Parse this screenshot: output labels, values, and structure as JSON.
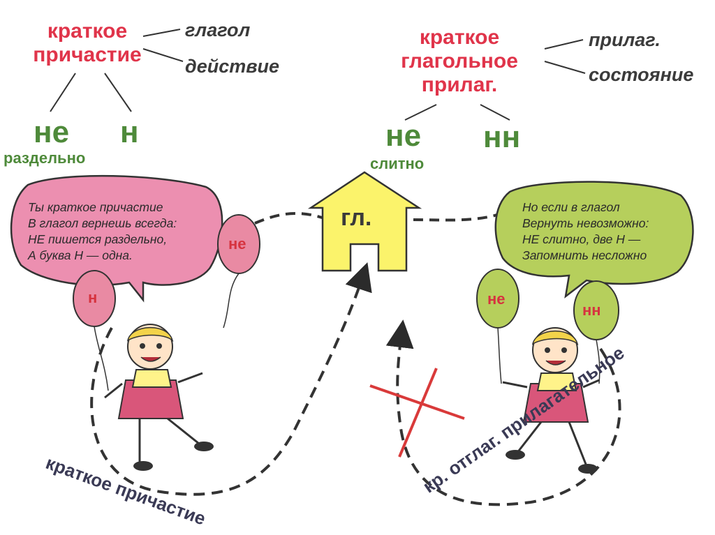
{
  "left_term": {
    "line1": "краткое",
    "line2": "причастие"
  },
  "left_features": {
    "f1": "глагол",
    "f2": "действие"
  },
  "left_particles": {
    "ne": "не",
    "n": "н",
    "ne_mode": "раздельно"
  },
  "right_term": {
    "line1": "краткое",
    "line2": "глагольное",
    "line3": "прилаг."
  },
  "right_features": {
    "f1": "прилаг.",
    "f2": "состояние"
  },
  "right_particles": {
    "ne": "не",
    "nn": "нн",
    "ne_mode": "слитно"
  },
  "left_bubble": {
    "l1": "Ты краткое причастие",
    "l2": "В глагол вернешь всегда:",
    "l3": "НЕ пишется раздельно,",
    "l4": "А буква Н — одна."
  },
  "right_bubble": {
    "l1": "Но если в глагол",
    "l2": "Вернуть невозможно:",
    "l3": "НЕ слитно, две Н —",
    "l4": "Запомнить несложно"
  },
  "house_label": "гл.",
  "balloons": {
    "left_n": "н",
    "left_ne": "не",
    "right_ne": "не",
    "right_nn": "нн"
  },
  "curve_labels": {
    "left": "краткое причастие",
    "right": "кр. отглаг. прилагательное"
  },
  "colors": {
    "red": "#e0344a",
    "green": "#4e8a3a",
    "pink": "#e98aa3",
    "lime": "#b9cf63",
    "house": "#fbf36b"
  }
}
